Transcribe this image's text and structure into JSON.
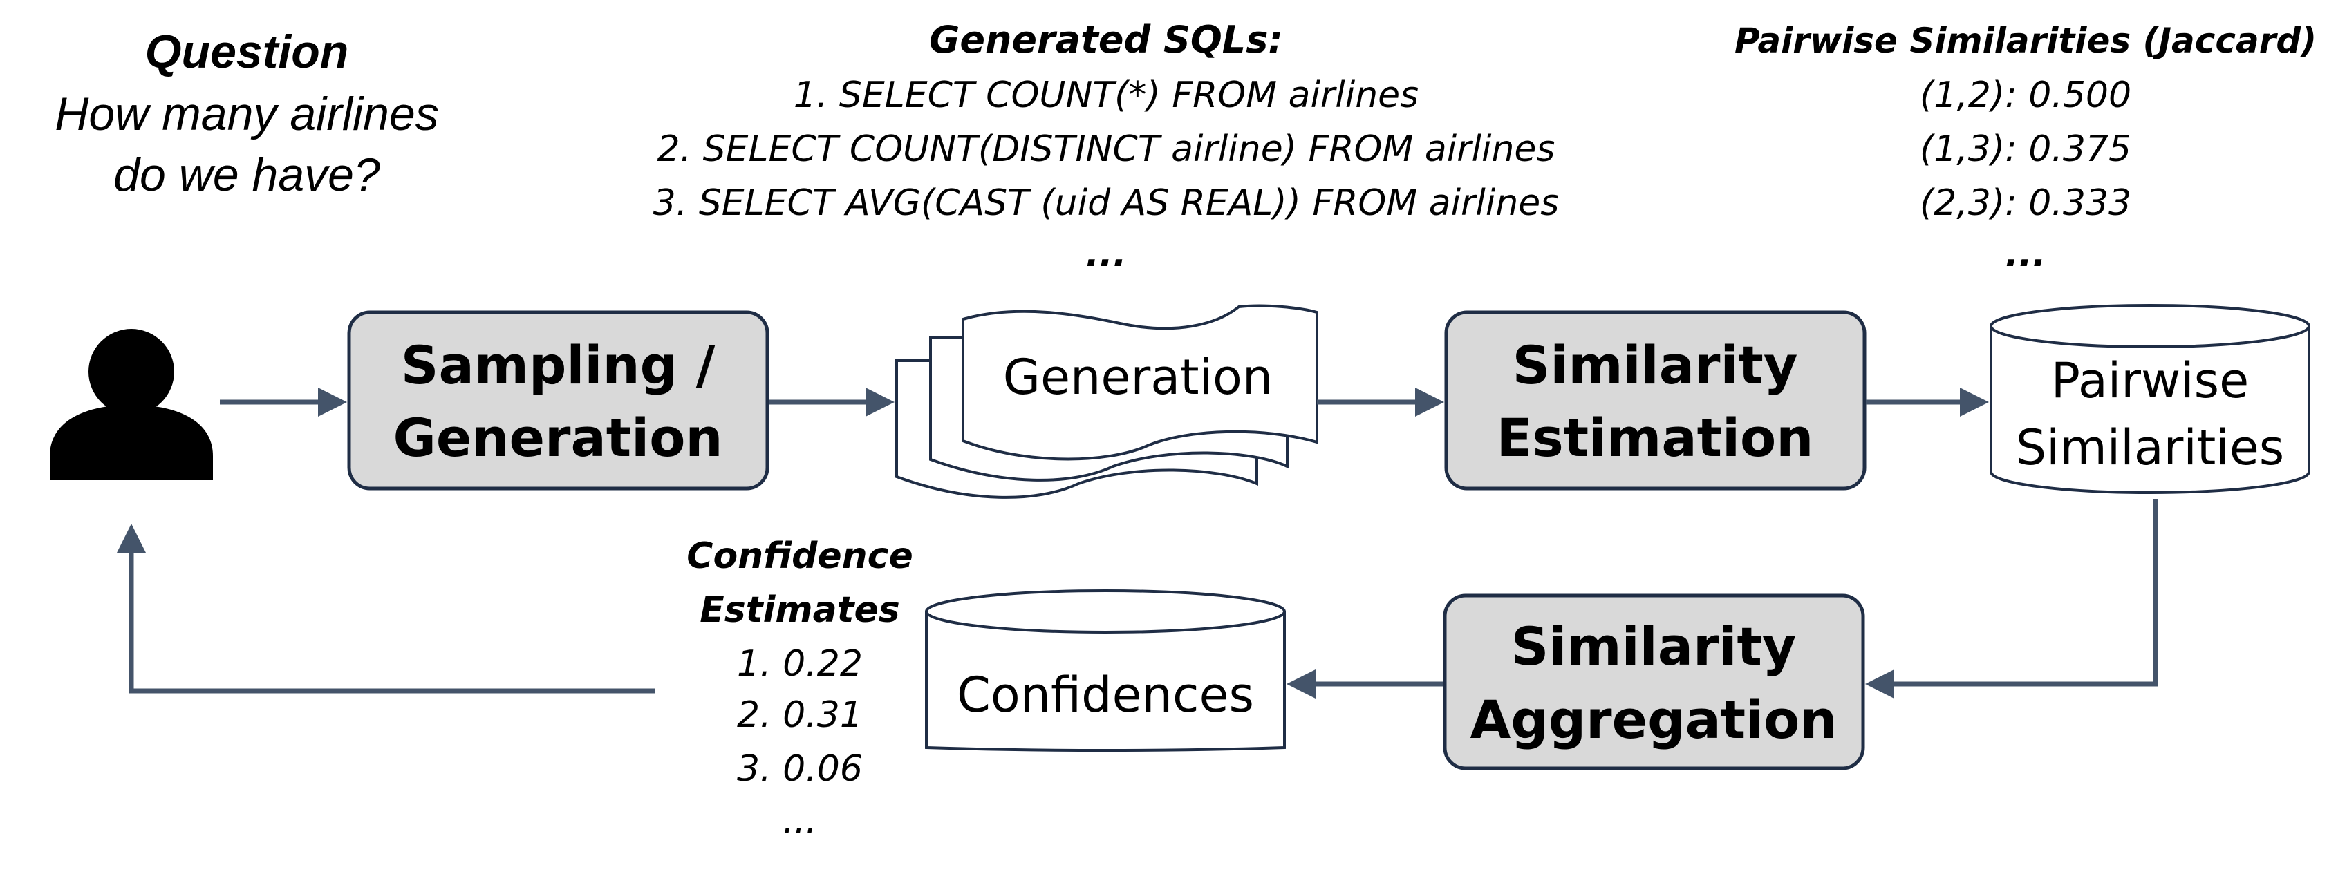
{
  "question": {
    "heading": "Question",
    "line1": "How many airlines",
    "line2": "do we have?"
  },
  "generated_sqls": {
    "heading": "Generated SQLs:",
    "items": [
      "1. SELECT COUNT(*) FROM airlines",
      "2. SELECT COUNT(DISTINCT airline) FROM airlines",
      "3. SELECT AVG(CAST (uid AS REAL)) FROM airlines"
    ],
    "ellipsis": "..."
  },
  "pairwise_similarities": {
    "heading": "Pairwise Similarities (Jaccard)",
    "items": [
      "(1,2): 0.500",
      "(1,3): 0.375",
      "(2,3): 0.333"
    ],
    "ellipsis": "..."
  },
  "confidence_estimates": {
    "heading_line1": "Confidence",
    "heading_line2": "Estimates",
    "items": [
      "1. 0.22",
      "2. 0.31",
      "3. 0.06"
    ],
    "ellipsis": "..."
  },
  "boxes": {
    "sampling_line1": "Sampling /",
    "sampling_line2": "Generation",
    "similarity_estimation_line1": "Similarity",
    "similarity_estimation_line2": "Estimation",
    "similarity_aggregation_line1": "Similarity",
    "similarity_aggregation_line2": "Aggregation"
  },
  "documents_label": "Generation",
  "pairwise_db": {
    "line1": "Pairwise",
    "line2": "Similarities"
  },
  "confidences_db": "Confidences",
  "icons": {
    "user": "user-icon"
  },
  "colors": {
    "box_fill": "#d9d9d9",
    "stroke": "#1f2d45",
    "arrow": "#44546a"
  }
}
